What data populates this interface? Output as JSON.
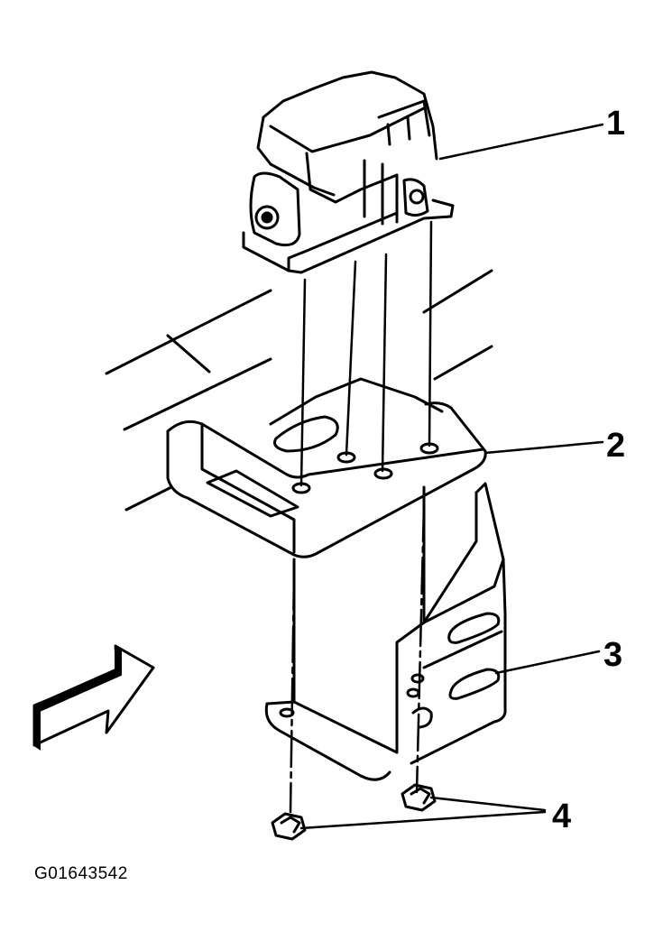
{
  "callouts": {
    "c1": "1",
    "c2": "2",
    "c3": "3",
    "c4": "4"
  },
  "figure_id": "G01643542",
  "colors": {
    "ink": "#000000",
    "paper": "#ffffff"
  }
}
